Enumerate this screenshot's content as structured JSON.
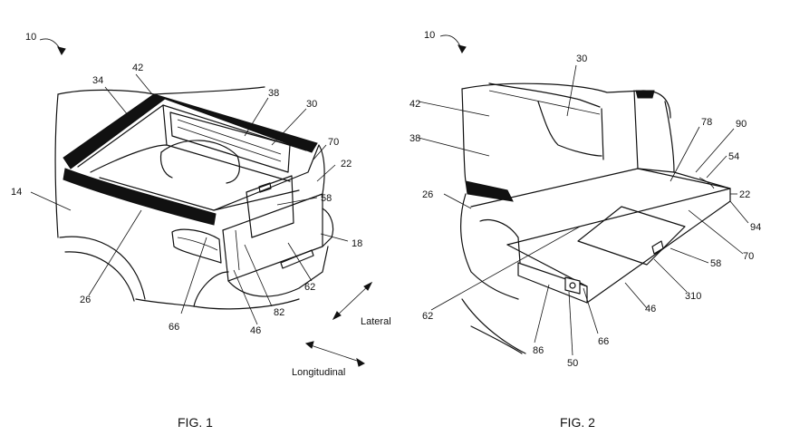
{
  "figures": [
    {
      "caption": "FIG. 1",
      "labels": [
        "10",
        "34",
        "42",
        "38",
        "30",
        "70",
        "22",
        "14",
        "58",
        "18",
        "26",
        "62",
        "66",
        "82",
        "46"
      ],
      "directions": [
        "Lateral",
        "Longitudinal"
      ]
    },
    {
      "caption": "FIG. 2",
      "labels": [
        "10",
        "30",
        "42",
        "38",
        "78",
        "90",
        "54",
        "22",
        "26",
        "94",
        "70",
        "58",
        "310",
        "62",
        "66",
        "46",
        "86",
        "50"
      ]
    }
  ]
}
